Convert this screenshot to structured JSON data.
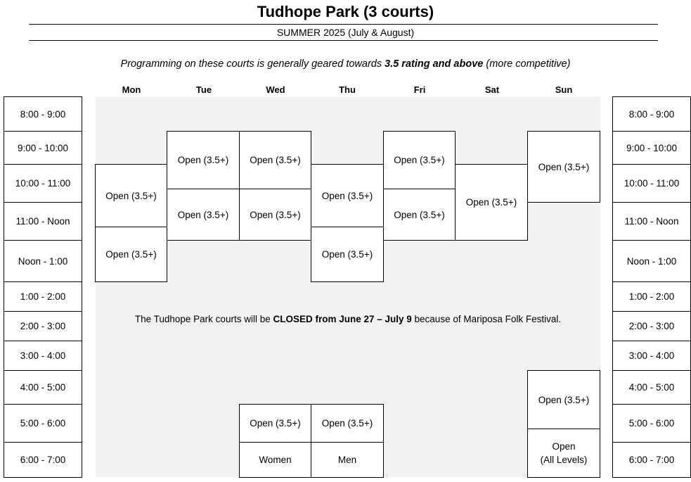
{
  "header": {
    "title": "Tudhope Park (3 courts)",
    "subtitle": "SUMMER 2025 (July & August)",
    "note_part1": "Programming on these courts is generally geared towards ",
    "note_bold": "3.5 rating and above",
    "note_part3": " (more competitive)"
  },
  "days": [
    "Mon",
    "Tue",
    "Wed",
    "Thu",
    "Fri",
    "Sat",
    "Sun"
  ],
  "times": [
    "8:00 - 9:00",
    "9:00 - 10:00",
    "10:00 - 11:00",
    "11:00 - Noon",
    "Noon - 1:00",
    "1:00 - 2:00",
    "2:00 - 3:00",
    "3:00 - 4:00",
    "4:00 - 5:00",
    "5:00 - 6:00",
    "6:00 - 7:00"
  ],
  "schedule": {
    "mon_1": "Open (3.5+)",
    "mon_2": "Open (3.5+)",
    "tue_1": "Open (3.5+)",
    "tue_2": "Open (3.5+)",
    "wed_1": "Open (3.5+)",
    "wed_2": "Open (3.5+)",
    "wed_3": "Open (3.5+)",
    "wed_4": "Women",
    "thu_1": "Open (3.5+)",
    "thu_2": "Open (3.5+)",
    "thu_3": "Open (3.5+)",
    "thu_4": "Men",
    "fri_1": "Open (3.5+)",
    "fri_2": "Open (3.5+)",
    "sat_1": "Open (3.5+)",
    "sun_1": "Open (3.5+)",
    "sun_2": "Open (3.5+)",
    "sun_3_line1": "Open",
    "sun_3_line2": "(All Levels)"
  },
  "closure": {
    "part1": "The Tudhope Park courts will be ",
    "bold": "CLOSED from June 27 – July  9",
    "part3": " because of Mariposa Folk Festival."
  }
}
